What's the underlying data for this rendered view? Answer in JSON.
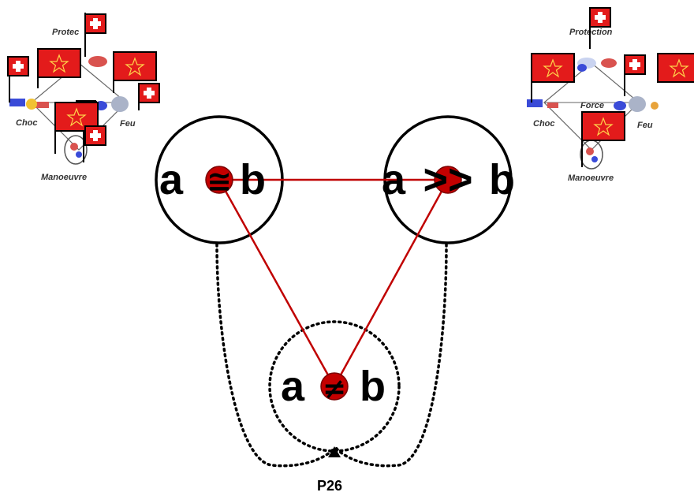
{
  "colors": {
    "relation_line": "#c00000",
    "node_fill": "#c40000",
    "circle_stroke": "#000000",
    "flag_star": "#e31b1b",
    "flag_cross": "#e31b1b"
  },
  "left_mini": {
    "protection": "Protec",
    "choc": "Choc",
    "feu": "Feu",
    "manoeuvre": "Manoeuvre"
  },
  "right_mini": {
    "protection": "Protection",
    "force": "Force",
    "choc": "Choc",
    "feu": "Feu",
    "manoeuvre": "Manoeuvre"
  },
  "relations": {
    "equal": {
      "a": "a",
      "symbol": "≅",
      "b": "b"
    },
    "greater": {
      "a": "a",
      "symbol": ">>",
      "b": "b"
    },
    "different": {
      "a": "a",
      "symbol": "≠",
      "b": "b"
    }
  },
  "caption": "P26"
}
